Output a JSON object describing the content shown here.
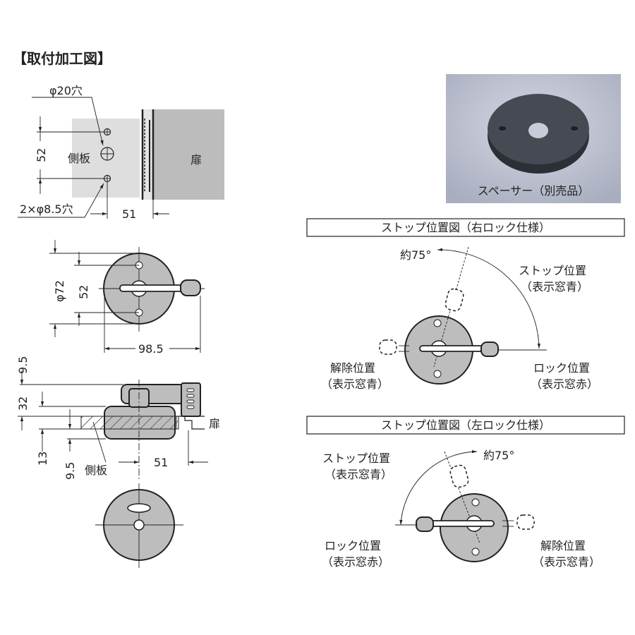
{
  "section_title": "【取付加工図】",
  "mounting": {
    "hole_large": "φ20穴",
    "hole_small": "2×φ8.5穴",
    "dim_pitch": "52",
    "dim_offset": "51",
    "side_panel": "側板",
    "door": "扉"
  },
  "top_view": {
    "dim_diameter": "φ72",
    "dim_pitch": "52",
    "dim_length": "98.5"
  },
  "side_view": {
    "dim_top": "9.5",
    "dim_height": "32",
    "dim_bottom": "13",
    "dim_below": "9.5",
    "dim_offset": "51",
    "side_panel": "側板",
    "door": "扉"
  },
  "photo": {
    "caption": "スペーサー（別売品）"
  },
  "right_lock": {
    "title": "ストップ位置図（右ロック仕様）",
    "angle": "約75°",
    "stop_label": "ストップ位置",
    "stop_sub": "（表示窓青）",
    "release_label": "解除位置",
    "release_sub": "（表示窓青）",
    "lock_label": "ロック位置",
    "lock_sub": "（表示窓赤）"
  },
  "left_lock": {
    "title": "ストップ位置図（左ロック仕様）",
    "angle": "約75°",
    "stop_label": "ストップ位置",
    "stop_sub": "（表示窓青）",
    "lock_label": "ロック位置",
    "lock_sub": "（表示窓赤）",
    "release_label": "解除位置",
    "release_sub": "（表示窓青）"
  }
}
